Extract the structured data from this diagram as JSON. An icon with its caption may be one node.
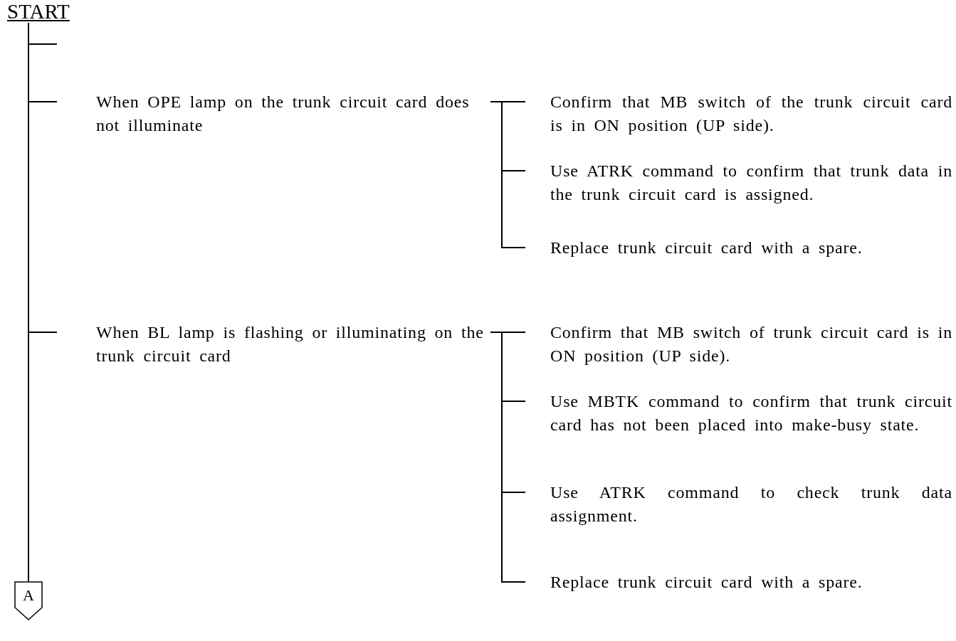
{
  "diagram": {
    "nodes": [
      {
        "text": [
          "START"
        ]
      },
      {
        "text": [
          "When OPE lamp on the trunk circuit card does not illuminate"
        ]
      },
      {
        "text": [
          "Confirm that MB switch of the trunk circuit card is in ON position (UP side)."
        ]
      },
      {
        "text": [
          "Use ATRK command to confirm that trunk data in the trunk circuit card is assigned."
        ]
      },
      {
        "text": [
          "Replace trunk circuit card with a spare."
        ]
      },
      {
        "text": [
          "When BL lamp is flashing or illuminating on the trunk circuit card"
        ]
      },
      {
        "text": [
          "Confirm that MB switch of trunk circuit card is in ON position (UP side)."
        ]
      },
      {
        "text": [
          "Use MBTK command to confirm that trunk circuit card has not been placed into make-busy state."
        ]
      },
      {
        "text": [
          "Use ATRK command to check trunk data assignment."
        ]
      },
      {
        "text": [
          "Replace trunk circuit card with a spare."
        ]
      },
      {
        "text": [
          "A"
        ]
      }
    ],
    "edges": [
      {
        "from": 0,
        "to": null,
        "arrow": "none"
      },
      {
        "from": 0,
        "to": 1,
        "arrow": "none"
      },
      {
        "from": 0,
        "to": 5,
        "arrow": "none"
      },
      {
        "from": 0,
        "to": 10,
        "arrow": "none"
      },
      {
        "from": 1,
        "to": 2,
        "arrow": "none"
      },
      {
        "from": 1,
        "to": 3,
        "arrow": "none"
      },
      {
        "from": 1,
        "to": 4,
        "arrow": "none"
      },
      {
        "from": 5,
        "to": 6,
        "arrow": "none"
      },
      {
        "from": 5,
        "to": 7,
        "arrow": "none"
      },
      {
        "from": 5,
        "to": 8,
        "arrow": "none"
      },
      {
        "from": 5,
        "to": 9,
        "arrow": "none"
      }
    ]
  }
}
